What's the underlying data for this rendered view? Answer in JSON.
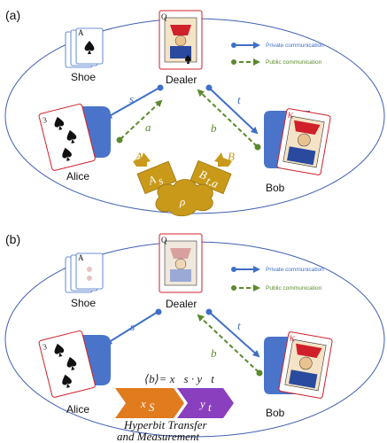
{
  "colors": {
    "private": "#3f6fc6",
    "public": "#5b8a2e",
    "ellipse": "#3f5fb0",
    "gold": "#c99a1a",
    "gold_dark": "#9a7410",
    "hand_blue": "#4a74c9",
    "arrow_orange": "#e07b1e",
    "arrow_purple": "#8a3fbf",
    "card_red": "#d0202a"
  },
  "panel_a": {
    "tag": "(a)",
    "shoe": "Shoe",
    "dealer": "Dealer",
    "alice": "Alice",
    "bob": "Bob",
    "legend_private": "Private communication",
    "legend_public": "Public communication",
    "edge_s": "s",
    "edge_a": "a",
    "edge_b": "b",
    "edge_t": "t",
    "label_A": "A",
    "label_B": "B",
    "box_As": "A",
    "box_As_sub": "s",
    "box_Bta": "B",
    "box_Bta_sub": "t,a",
    "rho": "ρ"
  },
  "panel_b": {
    "tag": "(b)",
    "shoe": "Shoe",
    "dealer": "Dealer",
    "alice": "Alice",
    "bob": "Bob",
    "legend_private": "Private communication",
    "legend_public": "Public communication",
    "edge_s": "s",
    "edge_b": "b",
    "edge_t": "t",
    "formula": "⟨b⟩= x⃗s · y⃗t",
    "xs": "x⃗",
    "xs_sub": "S",
    "yt": "y⃗",
    "yt_sub": "t",
    "caption_line1": "Hyperbit Transfer",
    "caption_line2": "and Measurement"
  }
}
